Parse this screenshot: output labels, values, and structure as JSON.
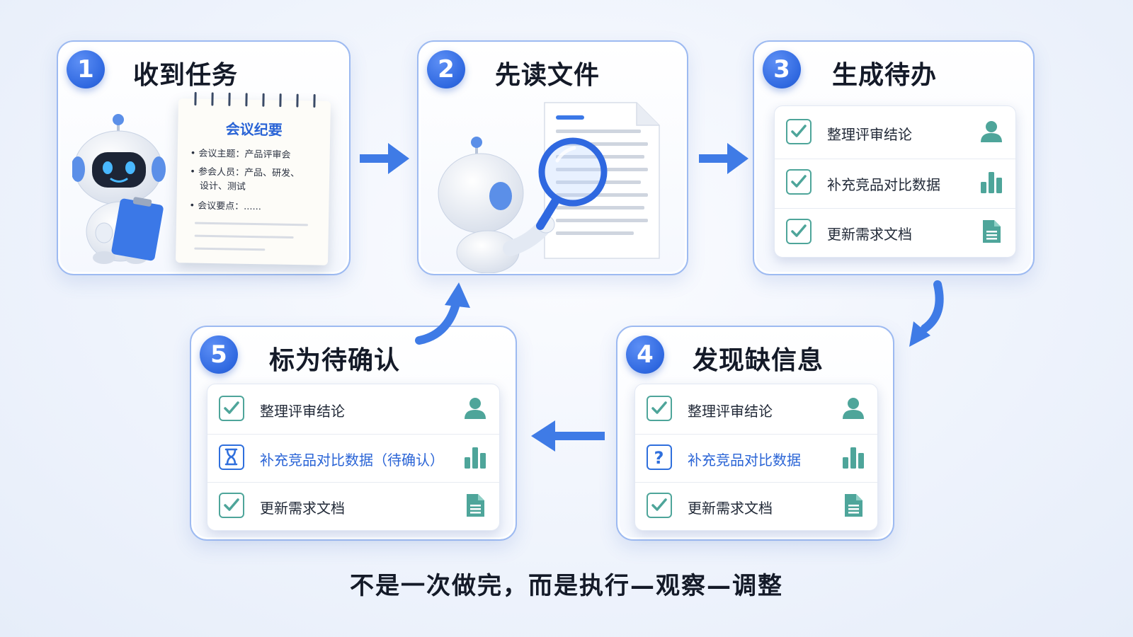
{
  "steps": [
    {
      "num": "1",
      "title": "收到任务"
    },
    {
      "num": "2",
      "title": "先读文件"
    },
    {
      "num": "3",
      "title": "生成待办"
    },
    {
      "num": "4",
      "title": "发现缺信息"
    },
    {
      "num": "5",
      "title": "标为待确认"
    }
  ],
  "memo": {
    "title": "会议纪要",
    "lines": [
      "会议主题：产品评审会",
      "参会人员：产品、研发、",
      "设计、测试",
      "会议要点：......"
    ]
  },
  "todo_step3": [
    {
      "label": "整理评审结论",
      "status": "done",
      "icon": "person-icon"
    },
    {
      "label": "补充竞品对比数据",
      "status": "done",
      "icon": "bar-chart-icon"
    },
    {
      "label": "更新需求文档",
      "status": "done",
      "icon": "document-icon"
    }
  ],
  "todo_step4": [
    {
      "label": "整理评审结论",
      "status": "done",
      "icon": "person-icon"
    },
    {
      "label": "补充竞品对比数据",
      "status": "missing",
      "icon": "bar-chart-icon"
    },
    {
      "label": "更新需求文档",
      "status": "done",
      "icon": "document-icon"
    }
  ],
  "todo_step5": [
    {
      "label": "整理评审结论",
      "status": "done",
      "icon": "person-icon"
    },
    {
      "label": "补充竞品对比数据（待确认）",
      "status": "pending",
      "icon": "bar-chart-icon"
    },
    {
      "label": "更新需求文档",
      "status": "done",
      "icon": "document-icon"
    }
  ],
  "subtitle": "不是一次做完，而是执行—观察—调整",
  "colors": {
    "accent_blue": "#2f68e0",
    "check_teal": "#4ea59a",
    "pending_blue": "#2a64d6",
    "border": "#9dbaf1"
  }
}
